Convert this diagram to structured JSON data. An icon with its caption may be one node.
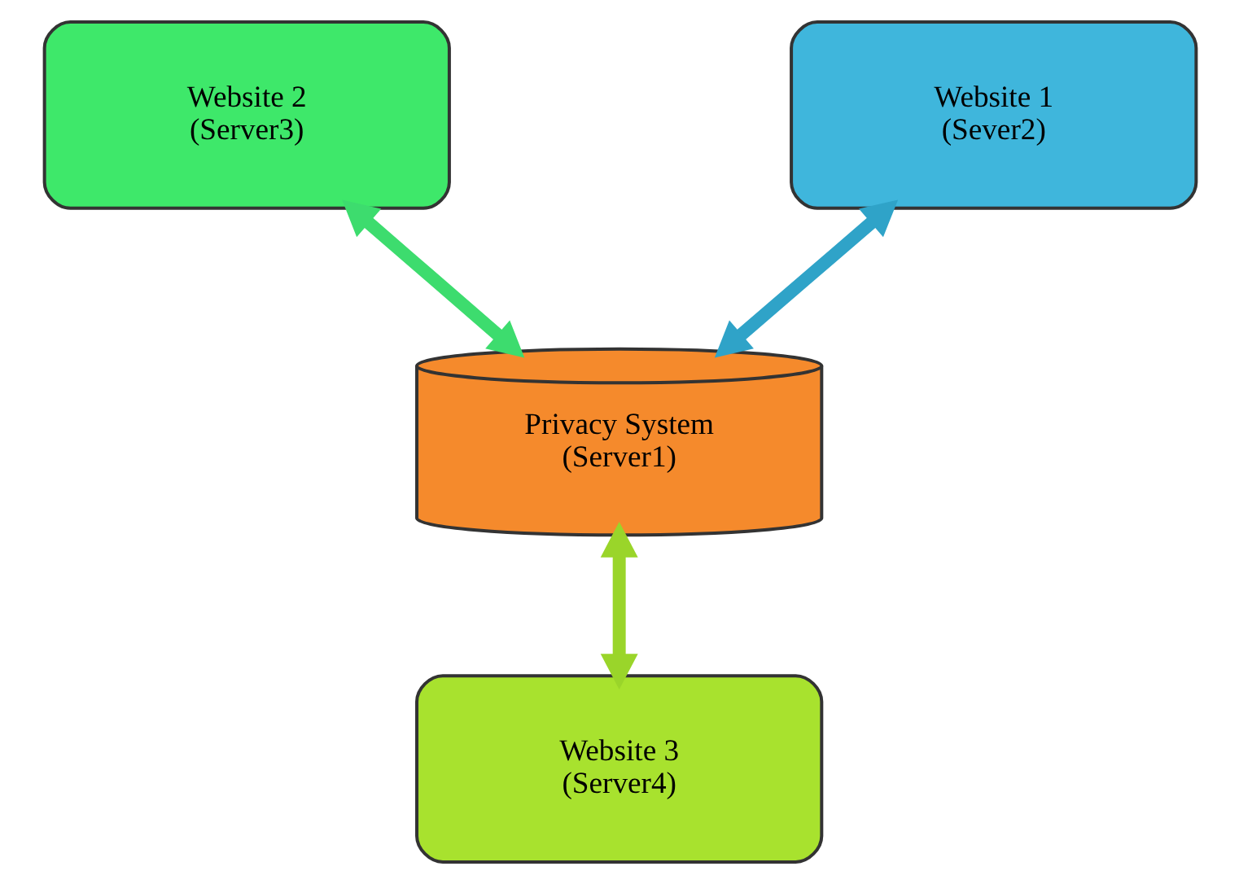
{
  "diagram": {
    "nodes": [
      {
        "text": [
          "Website 2",
          "(Server3)"
        ]
      },
      {
        "text": [
          "Website 1",
          "(Sever2)"
        ]
      },
      {
        "text": [
          "Privacy System",
          "(Server1)"
        ]
      },
      {
        "text": [
          "Website 3",
          "(Server4)"
        ]
      }
    ],
    "edges": [
      {
        "from": 0,
        "to": 2,
        "arrow": "both",
        "color": "#3ddc6e"
      },
      {
        "from": 1,
        "to": 2,
        "arrow": "both",
        "color": "#2fa3c8"
      },
      {
        "from": 2,
        "to": 3,
        "arrow": "both",
        "color": "#9ad52a"
      }
    ]
  }
}
